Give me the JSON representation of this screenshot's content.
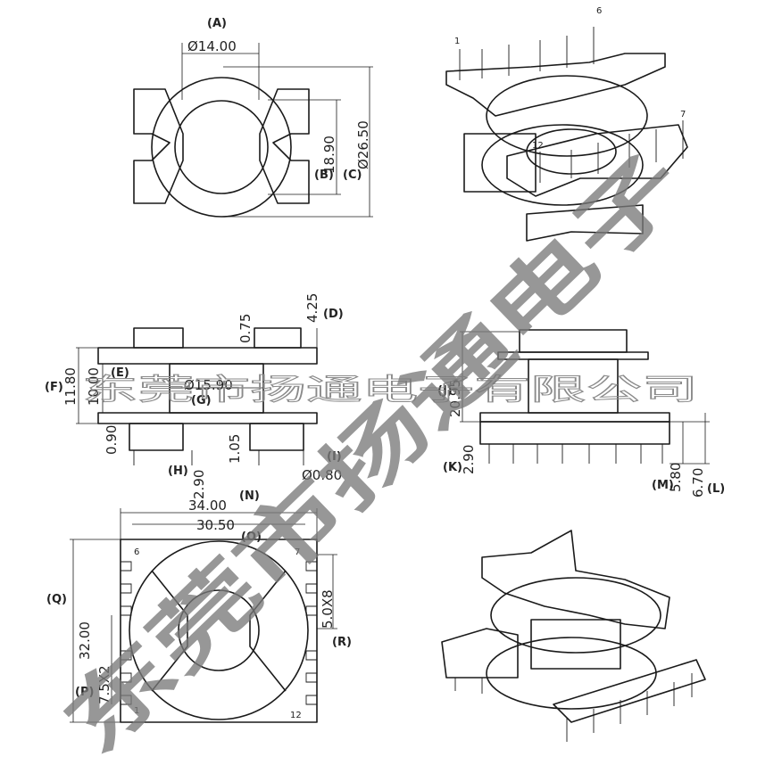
{
  "top_view": {
    "dims": {
      "A": "Ø14.00",
      "B": "18.90",
      "C": "Ø26.50"
    },
    "labels": {
      "A": "(A)",
      "B": "(B)",
      "C": "(C)"
    }
  },
  "side_view": {
    "dims": {
      "D": "4.25",
      "top_gap": "0.75",
      "E": "10.00",
      "F": "11.80",
      "G": "Ø15.90",
      "left_pin": "0.90",
      "H": "2.90",
      "mid": "1.05",
      "I": "Ø0.80"
    },
    "labels": {
      "D": "(D)",
      "E": "(E)",
      "F": "(F)",
      "G": "(G)",
      "H": "(H)",
      "I": "(I)"
    }
  },
  "front_view": {
    "dims": {
      "J": "20.95",
      "K": "2.90",
      "M": "5.80",
      "L": "6.70"
    },
    "labels": {
      "J": "(J)",
      "K": "(K)",
      "M": "(M)",
      "L": "(L)"
    }
  },
  "bottom_view": {
    "dims": {
      "N": "34.00",
      "O": "30.50",
      "Q": "32.00",
      "R": "5.0X8",
      "P": "7.5X2"
    },
    "labels": {
      "N": "(N)",
      "O": "(O)",
      "Q": "(Q)",
      "R": "(R)",
      "P": "(P)"
    },
    "pins": {
      "p6": "6",
      "p7": "7",
      "p1": "1",
      "p12": "12"
    }
  },
  "iso_top": {
    "pins": {
      "p1": "1",
      "p6": "6",
      "p7": "7",
      "p12": "12"
    }
  },
  "watermark": {
    "big": "东莞市扬通电子",
    "line": "东莞市扬通电子有限公司"
  }
}
